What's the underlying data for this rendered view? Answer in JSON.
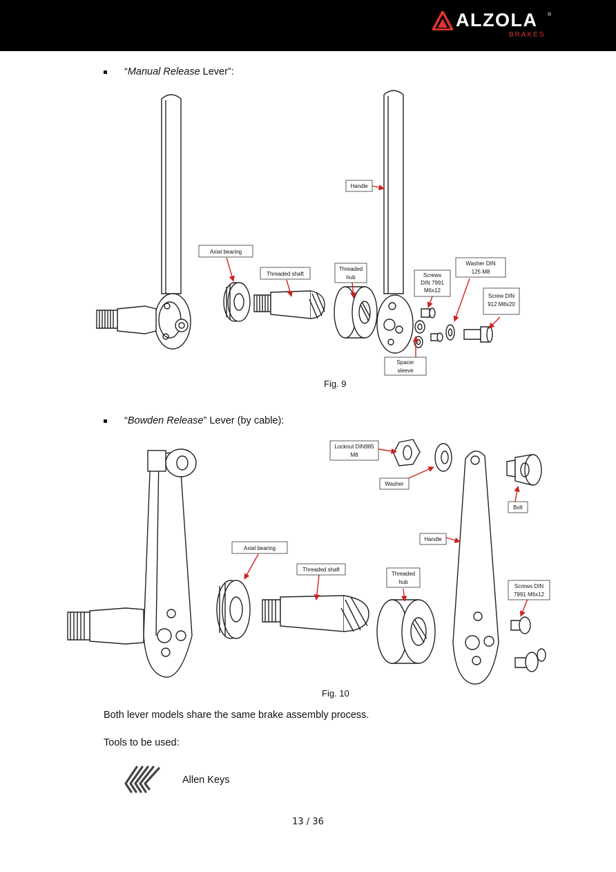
{
  "header": {
    "brand": "ALZOLA",
    "reg_mark": "®",
    "sub_brand": "BRAKES",
    "accent_color": "#e0332f"
  },
  "section1": {
    "open_quote": "“",
    "title_italic": "Manual Release",
    "title_rest": " Lever”:",
    "labels": {
      "handle": "Handle",
      "axial_bearing": "Axial bearing",
      "threaded_shaft": "Threaded shaft",
      "threaded_hub_1": "Threaded",
      "threaded_hub_2": "hub",
      "screws_1": "Screws",
      "screws_2": "DIN 7991",
      "screws_3": "M6x12",
      "washer_1": "Washer DIN",
      "washer_2": "125 M8",
      "screw_1": "Screw DIN",
      "screw_2": "912 M8x20",
      "spacer_1": "Spacer",
      "spacer_2": "sleeve"
    },
    "caption": "Fig. 9"
  },
  "section2": {
    "open_quote": "“",
    "title_italic": "Bowden Release",
    "title_rest": "” Lever (by cable):",
    "labels": {
      "locknut_1": "Locknut DIN985",
      "locknut_2": "M8",
      "washer": "Washer",
      "bolt": "Bolt",
      "handle": "Handle",
      "axial_bearing": "Axial bearing",
      "threaded_shaft": "Threaded shaft",
      "threaded_hub_1": "Threaded",
      "threaded_hub_2": "hub",
      "screws_1": "Screws DIN",
      "screws_2": "7991 M6x12"
    },
    "caption": "Fig. 10"
  },
  "body": {
    "paragraph": "Both lever models share the same brake assembly process.",
    "tools_intro": "Tools to be used:",
    "tool_name": "Allen Keys"
  },
  "footer": {
    "page_number": "13 / 36"
  }
}
